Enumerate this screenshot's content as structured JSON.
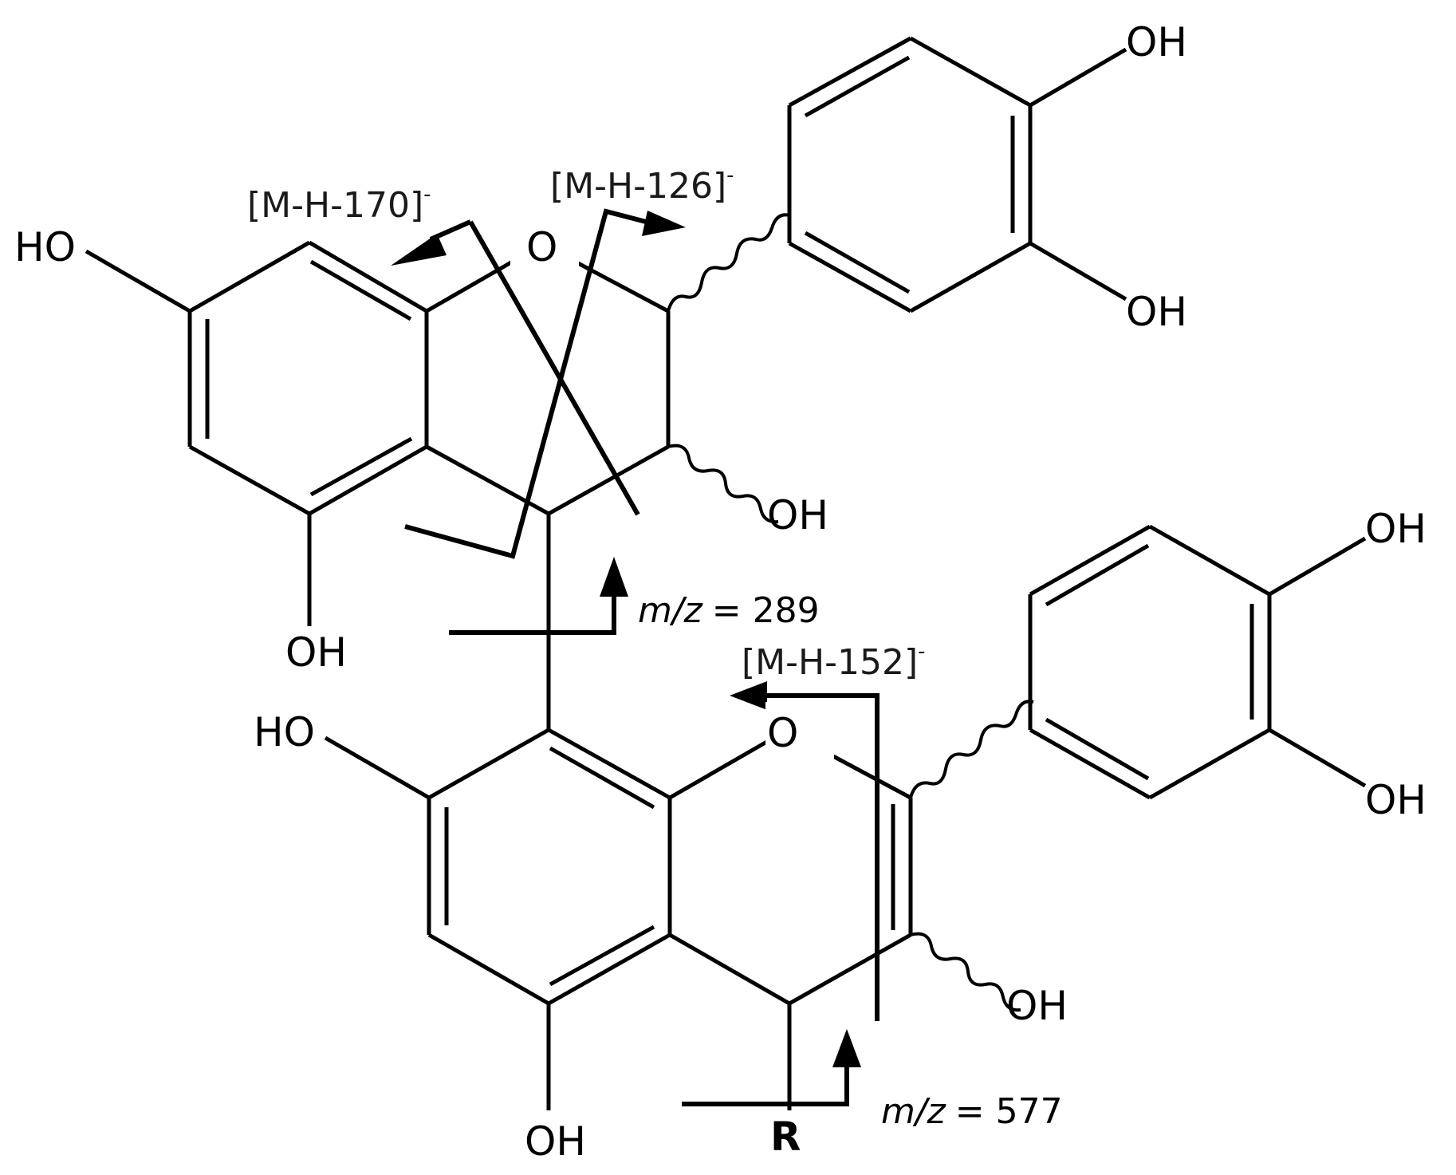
{
  "atoms": {
    "oh_a_left": "HO",
    "oh_a_bottom": "OH",
    "o_ring_top": "O",
    "oh_c3_top": "OH",
    "oh_b_upper_1": "OH",
    "oh_b_upper_2": "OH",
    "oh_d_left": "HO",
    "oh_d_bottom": "OH",
    "o_ring_bottom": "O",
    "oh_c3_bottom": "OH",
    "oh_b_lower_1": "OH",
    "oh_b_lower_2": "OH",
    "r_group": "R"
  },
  "fragments": {
    "m170": {
      "label": "[M-H-170]",
      "charge": "-"
    },
    "m126": {
      "label": "[M-H-126]",
      "charge": "-"
    },
    "m152": {
      "label": "[M-H-152]",
      "charge": "-"
    },
    "mz289": {
      "prefix": "m/z",
      "value": "= 289"
    },
    "mz577": {
      "prefix": "m/z",
      "value": "= 577"
    }
  }
}
